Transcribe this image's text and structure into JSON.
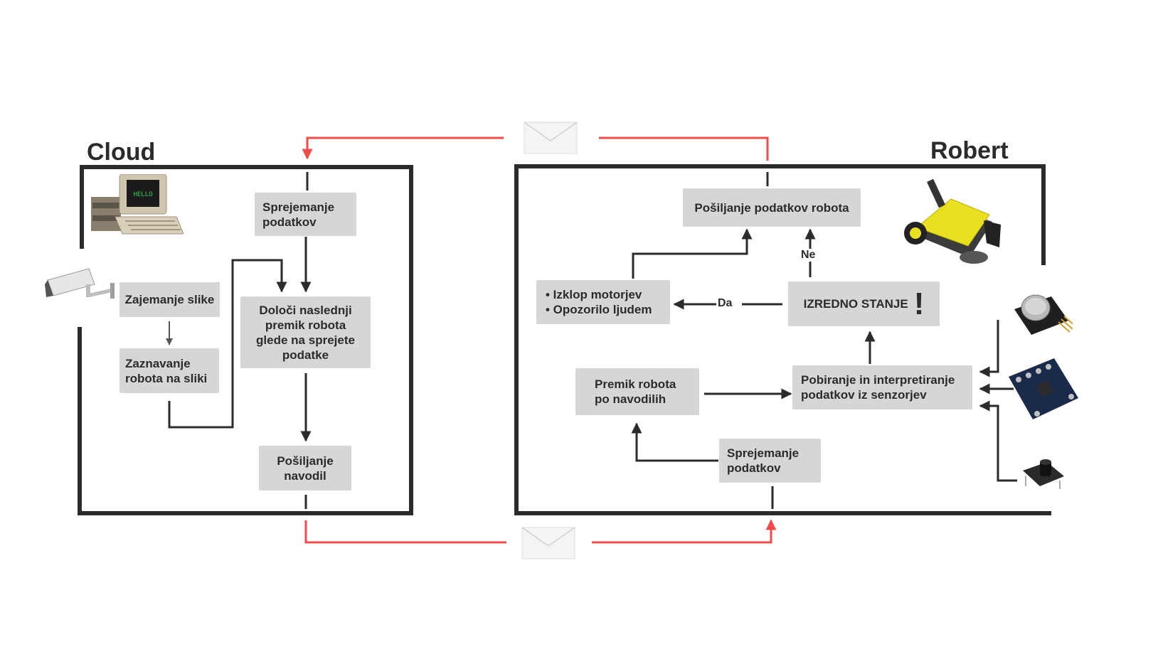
{
  "cloud": {
    "title": "Cloud",
    "nodes": {
      "receive": "Sprejemanje\npodatkov",
      "capture": "Zajemanje slike",
      "detect": "Zaznavanje\nrobota na sliki",
      "decide": "Določi naslednji\npremik robota\nglede na sprejete\npodatke",
      "send": "Pošiljanje\nnavodil"
    }
  },
  "robot": {
    "title": "Robert",
    "nodes": {
      "send_data": "Pošiljanje podatkov robota",
      "actions": "• Izklop motorjev\n• Opozorilo ljudem",
      "emergency": "IZREDNO STANJE",
      "emergency_mark": "!",
      "move": "Premik robota\npo navodilih",
      "sensors": "Pobiranje in interpretiranje\npodatkov iz senzorjev",
      "receive": "Sprejemanje\npodatkov"
    },
    "edge_labels": {
      "yes": "Da",
      "no": "Ne"
    }
  },
  "icons": {
    "computer": "retro-computer-icon",
    "camera": "security-camera-icon",
    "robot": "yellow-sweeper-robot-icon",
    "gas_sensor": "gas-sensor-icon",
    "imu_sensor": "imu-board-icon",
    "button": "push-button-icon",
    "envelope": "envelope-icon",
    "computer_screen_text": "HELLO"
  },
  "colors": {
    "link": "#ef4b4b",
    "frame": "#2b2b2b",
    "box": "#d6d6d6",
    "robot_yellow": "#e8e020"
  }
}
